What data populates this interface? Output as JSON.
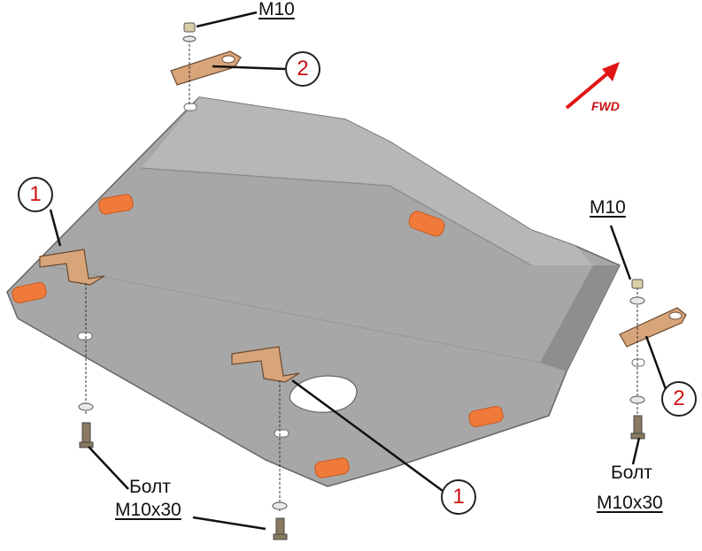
{
  "diagram": {
    "direction_label": "FWD",
    "nut_label": "M10",
    "bolt_label_line1": "Болт",
    "bolt_label_line2": "M10x30",
    "callout_bracket": "1",
    "callout_plate": "2",
    "colors": {
      "plate": "#a7a7a7",
      "plate_dark": "#8e8e8e",
      "pad": "#f07a3a",
      "bracket": "#d8a47a",
      "arrow": "#e01515",
      "callout_text": "#cc1111"
    }
  }
}
